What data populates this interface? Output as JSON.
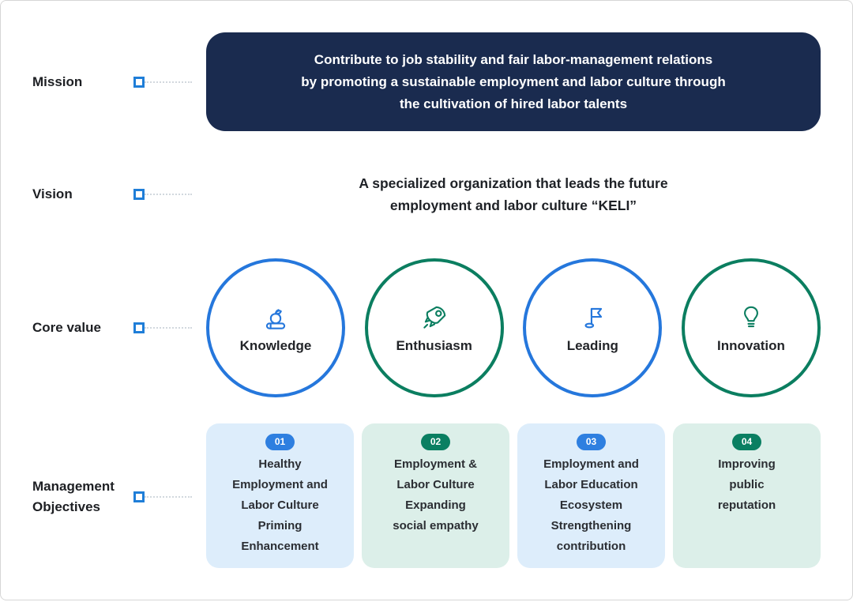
{
  "colors": {
    "navy": "#1a2b4f",
    "accent_blue": "#2577dc",
    "accent_green": "#0b7e60",
    "badge_blue": "#2e7fe0",
    "badge_green": "#0a7f62",
    "card_light_blue": "#ddedfb",
    "card_light_green": "#dcefe9",
    "marker_blue": "#1f7ed8"
  },
  "sections": {
    "mission": {
      "label": "Mission",
      "text": "Contribute to job stability and fair labor-management relations\nby promoting a sustainable employment and labor culture through\nthe cultivation of hired labor talents"
    },
    "vision": {
      "label": "Vision",
      "text": "A specialized organization that leads the future\nemployment and labor culture “KELI”"
    },
    "core_value": {
      "label": "Core value",
      "items": [
        {
          "name": "Knowledge",
          "icon": "books-apple-icon",
          "accent": "#2577dc"
        },
        {
          "name": "Enthusiasm",
          "icon": "rocket-icon",
          "accent": "#0b7e60"
        },
        {
          "name": "Leading",
          "icon": "flag-icon",
          "accent": "#2577dc"
        },
        {
          "name": "Innovation",
          "icon": "lightbulb-icon",
          "accent": "#0b7e60"
        }
      ]
    },
    "management_objectives": {
      "label": "Management\nObjectives",
      "items": [
        {
          "number": "01",
          "text": "Healthy\nEmployment and\nLabor Culture\nPriming\nEnhancement",
          "accent": "#2e7fe0"
        },
        {
          "number": "02",
          "text": "Employment &\nLabor Culture\nExpanding\nsocial empathy",
          "accent": "#0a7f62"
        },
        {
          "number": "03",
          "text": "Employment and\nLabor Education\nEcosystem\nStrengthening\ncontribution",
          "accent": "#2e7fe0"
        },
        {
          "number": "04",
          "text": "Improving\npublic\nreputation",
          "accent": "#0a7f62"
        }
      ]
    }
  }
}
